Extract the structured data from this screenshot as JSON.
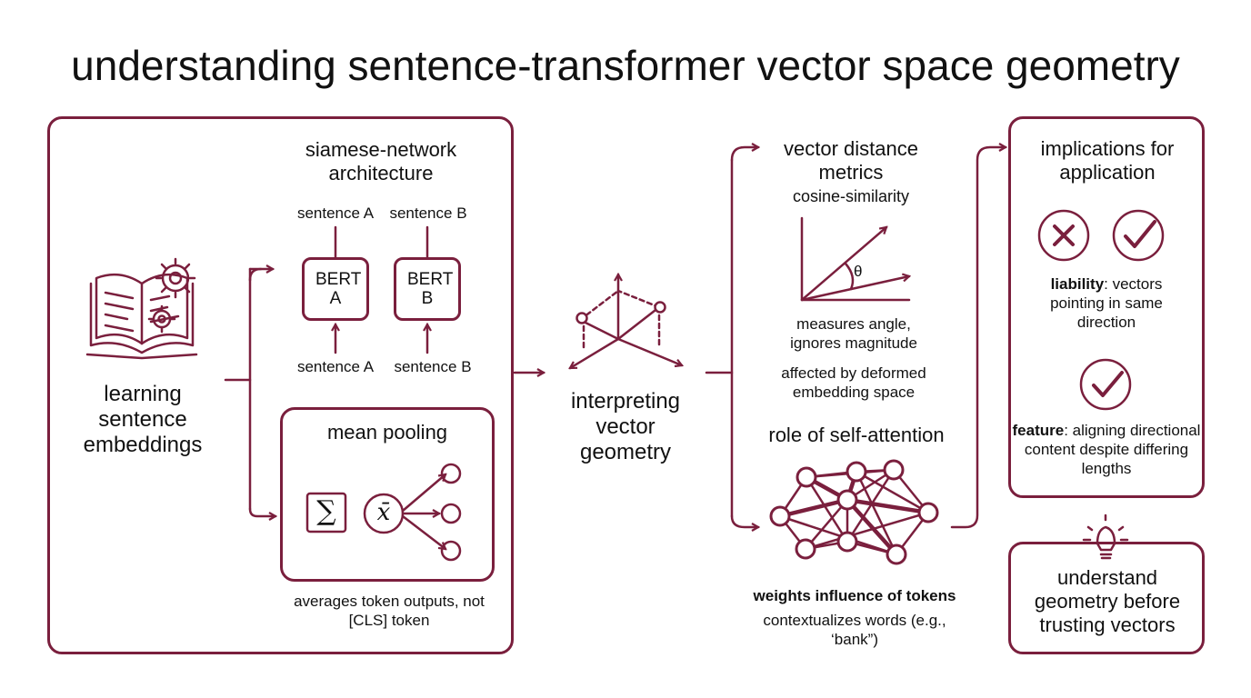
{
  "title": "understanding sentence-transformer vector space geometry",
  "learning": {
    "label": "learning sentence embeddings",
    "icon": "book-gears-icon"
  },
  "siamese": {
    "title": "siamese-network architecture",
    "top_a": "sentence A",
    "top_b": "sentence B",
    "bert_a": "BERT A",
    "bert_b": "BERT B",
    "bottom_a": "sentence A",
    "bottom_b": "sentence B"
  },
  "pooling": {
    "title": "mean pooling",
    "sum_symbol": "∑",
    "mean_symbol": "x̄",
    "caption": "averages token outputs, not [CLS] token"
  },
  "interpret": {
    "label": "interpreting vector geometry",
    "icon": "3d-axes-icon"
  },
  "metrics": {
    "title": "vector distance metrics",
    "subtitle": "cosine-similarity",
    "theta": "θ",
    "desc1": "measures angle, ignores magnitude",
    "desc2": "affected by deformed embedding space"
  },
  "attention": {
    "title": "role of self-attention",
    "bold_text": "weights influence of tokens",
    "desc": "contextualizes words (e.g., ‘bank”)"
  },
  "implications": {
    "title": "implications for application",
    "liability_bold": "liability",
    "liability_text": ": vectors pointing in same direction",
    "feature_bold": "feature",
    "feature_text": ": aligning directional content despite differing lengths"
  },
  "takeaway": {
    "text": "understand geometry before trusting vectors",
    "icon": "lightbulb-icon"
  },
  "colors": {
    "accent": "#7a1f3d",
    "text": "#111111",
    "background": "#ffffff"
  }
}
